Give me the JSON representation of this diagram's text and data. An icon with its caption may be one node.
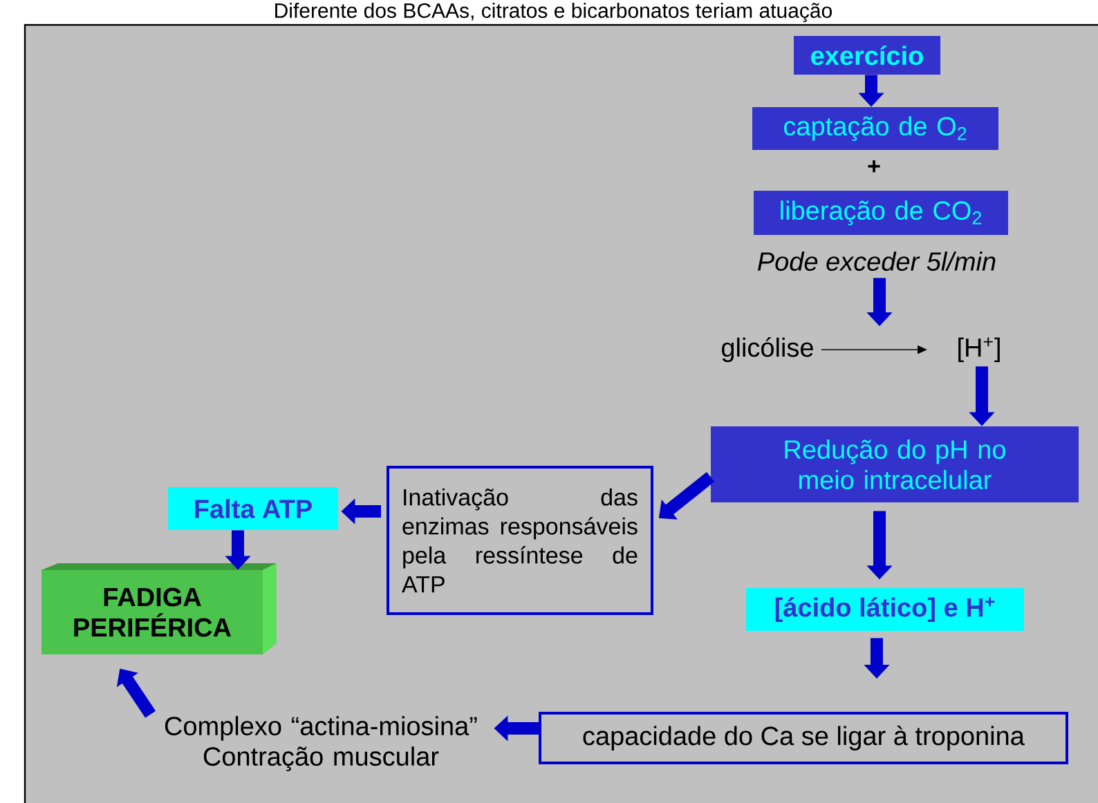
{
  "diagram": {
    "nodes": [
      {
        "text": [
          "exercício"
        ]
      },
      {
        "text": [
          "captação de O$_{2}$"
        ]
      },
      {
        "text": [
          "liberação de CO$_{2}$"
        ]
      },
      {
        "text": [
          "Pode exceder 5l/min"
        ]
      },
      {
        "text": [
          "glicólise"
        ]
      },
      {
        "text": [
          "[H$^{+}$]"
        ]
      },
      {
        "text": [
          "Redução do pH no meio intracelular"
        ]
      },
      {
        "text": [
          "Inativação das enzimas responsáveis pela ressíntese de ATP"
        ]
      },
      {
        "text": [
          "Falta ATP"
        ]
      },
      {
        "text": [
          "FADIGA PERIFÉRICA"
        ]
      },
      {
        "text": [
          "[ácido lático] e H$^{+}$"
        ]
      },
      {
        "text": [
          "capacidade do Ca se ligar à troponina"
        ]
      },
      {
        "text": [
          "Complexo “actina-miosina” Contração muscular"
        ]
      }
    ],
    "edges": [
      {
        "from": 0,
        "to": 1,
        "arrow": "to"
      },
      {
        "from": 3,
        "to": null,
        "arrow": "to"
      },
      {
        "from": 4,
        "to": 5,
        "arrow": "to",
        "color": "#000000"
      },
      {
        "from": 5,
        "to": 6,
        "arrow": "to"
      },
      {
        "from": 6,
        "to": 7,
        "arrow": "to"
      },
      {
        "from": 7,
        "to": 8,
        "arrow": "to"
      },
      {
        "from": 8,
        "to": 9,
        "arrow": "to"
      },
      {
        "from": 6,
        "to": 10,
        "arrow": "to"
      },
      {
        "from": 10,
        "to": 11,
        "arrow": "to"
      },
      {
        "from": 11,
        "to": 12,
        "arrow": "to"
      },
      {
        "from": 12,
        "to": 9,
        "arrow": "to"
      }
    ],
    "labels": [
      "Diferente dos BCAAs, citratos e bicarbonatos teriam atuação",
      "+"
    ]
  }
}
